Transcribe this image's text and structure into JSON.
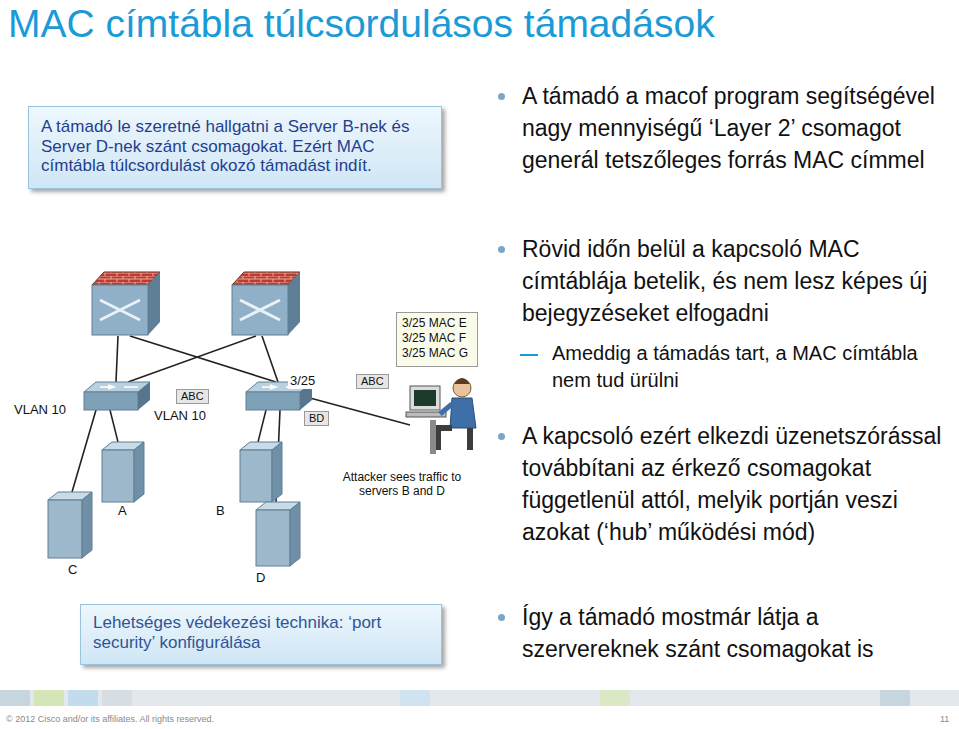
{
  "diagram": {
    "title": "MAC címtábla túlcsordulásos támadások",
    "nodes": [
      {
        "text": [
          "A támadó le szeretné hallgatni a Server B-nek és Server D-nek szánt csomagokat. Ezért MAC címtábla túlcsordulást okozó támadást indít."
        ]
      },
      {
        "text": [
          "3/25 MAC E",
          "3/25 MAC F",
          "3/25 MAC G"
        ]
      },
      {
        "text": [
          "Lehetséges védekezési technika: ‘port security’ konfigurálása"
        ]
      }
    ],
    "labels": [
      "A támadó a macof program segítségével nagy mennyiségű ‘Layer 2’ csomagot generál tetszőleges forrás MAC címmel",
      "Rövid időn belül a kapcsoló MAC címtáblája betelik, és nem lesz képes új bejegyzéseket elfogadni",
      "Ameddig a támadás tart, a MAC címtábla nem tud ürülni",
      "A kapcsoló ezért elkezdi üzenetszórással továbbítani az érkező csomagokat függetlenül attól, melyik portján veszi azokat (‘hub’ működési mód)",
      "Így a támadó mostmár látja a szervereknek szánt csomagokat is",
      "VLAN 10",
      "ABC",
      "VLAN 10",
      "3/25",
      "ABC",
      "BD",
      "Attacker sees traffic to servers B and D",
      "A",
      "B",
      "C",
      "D",
      "© 2012 Cisco and/or its affiliates. All rights reserved.",
      "11"
    ]
  }
}
